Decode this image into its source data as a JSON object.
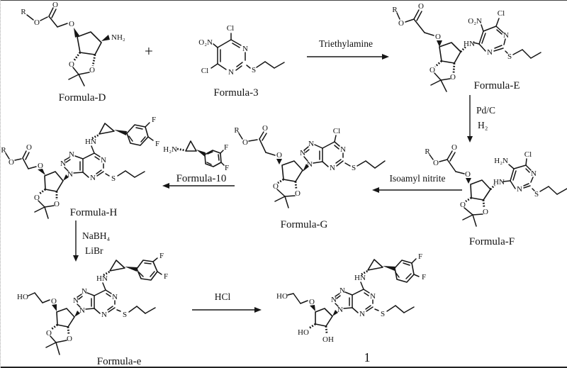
{
  "figure": {
    "type": "chemical-reaction-scheme",
    "steps_count": 6
  },
  "operators": {
    "plus": "+"
  },
  "atoms": {
    "R": "R",
    "O": "O",
    "N": "N",
    "S": "S",
    "Cl": "Cl",
    "F": "F",
    "HN": "HN",
    "HO": "HO",
    "OH": "OH",
    "NH2": "NH₂",
    "O2N": "O₂N",
    "H2N": "H₂N"
  },
  "compounds": {
    "formulaD": {
      "label": "Formula-D"
    },
    "formula3": {
      "label": "Formula-3"
    },
    "formulaE": {
      "label": "Formula-E"
    },
    "formulaF": {
      "label": "Formula-F"
    },
    "formulaG": {
      "label": "Formula-G"
    },
    "formula10": {
      "label": "Formula-10"
    },
    "formulaH": {
      "label": "Formula-H"
    },
    "formulaLittleE": {
      "label": "Formula-e"
    },
    "compound1": {
      "label": "1"
    }
  },
  "reagents": {
    "triethylamine": "Triethylamine",
    "pdc": "Pd/C",
    "h2": "H₂",
    "isoamylNitrite": "Isoamyl nitrite",
    "nabh4": "NaBH₄",
    "libr": "LiBr",
    "hcl": "HCl"
  },
  "reactions": [
    {
      "from": [
        "Formula-D",
        "Formula-3"
      ],
      "to": "Formula-E",
      "reagents": [
        "Triethylamine"
      ],
      "arrow": "right"
    },
    {
      "from": [
        "Formula-E"
      ],
      "to": "Formula-F",
      "reagents": [
        "Pd/C",
        "H₂"
      ],
      "arrow": "down"
    },
    {
      "from": [
        "Formula-F"
      ],
      "to": "Formula-G",
      "reagents": [
        "Isoamyl nitrite"
      ],
      "arrow": "left"
    },
    {
      "from": [
        "Formula-G"
      ],
      "to": "Formula-H",
      "reagents": [
        "Formula-10"
      ],
      "arrow": "left"
    },
    {
      "from": [
        "Formula-H"
      ],
      "to": "Formula-e",
      "reagents": [
        "NaBH₄",
        "LiBr"
      ],
      "arrow": "down"
    },
    {
      "from": [
        "Formula-e"
      ],
      "to": "1",
      "reagents": [
        "HCl"
      ],
      "arrow": "right"
    }
  ]
}
